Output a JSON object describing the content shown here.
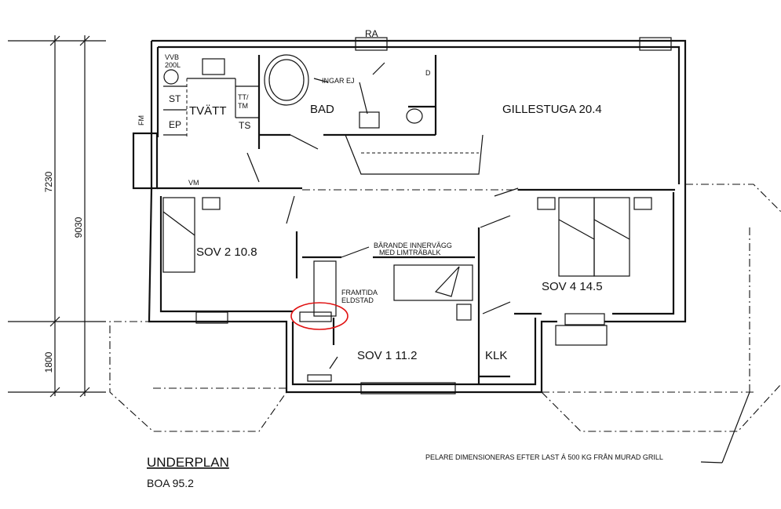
{
  "plan": {
    "title": "UNDERPLAN",
    "subtitle": "BOA 95.2",
    "north_label": "RA",
    "rooms": {
      "gillestuga": "GILLESTUGA 20.4",
      "bad": "BAD",
      "tvatt": "TVÄTT",
      "sov2": "SOV 2 10.8",
      "sov1": "SOV 1 11.2",
      "sov4": "SOV 4 14.5",
      "klk": "KLK"
    },
    "fixtures": {
      "vvb": "VVB",
      "vvb_volume": "200L",
      "st": "ST",
      "ep": "EP",
      "tt_tm_1": "TT/",
      "tt_tm_2": "TM",
      "ts": "TS",
      "fm": "FM",
      "vm": "VM",
      "d": "D"
    },
    "annotations": {
      "ingar_ej": "INGAR EJ",
      "barande_1": "BÄRANDE INNERVÄGG",
      "barande_2": "MED LIMTRÄBALK",
      "framtida_1": "FRAMTIDA",
      "framtida_2": "ELDSTAD",
      "pelare": "PELARE DIMENSIONERAS EFTER LAST Á 500 KG FRÅN MURAD GRILL"
    },
    "dimensions": {
      "d7230": "7230",
      "d9030": "9030",
      "d1800": "1800"
    },
    "highlight_color": "#e01010"
  }
}
